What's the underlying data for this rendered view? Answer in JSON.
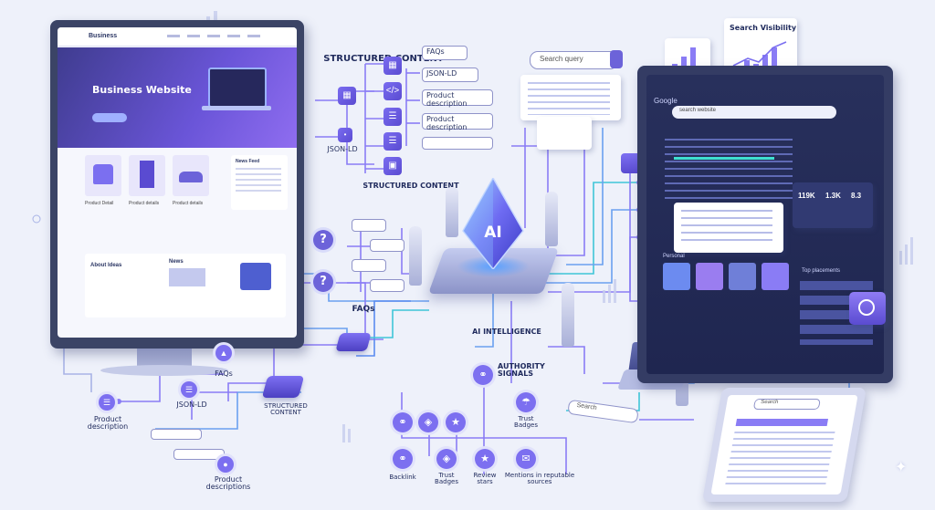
{
  "monitor_left": {
    "brand": "Business",
    "hero_title": "Business Website",
    "news_feed": "News Feed",
    "products": [
      "Product Detail",
      "Product details",
      "Product details"
    ],
    "news": "News",
    "about": "About Ideas"
  },
  "structured_top": {
    "title": "STRUCTURED CONTENT",
    "items": [
      "FAQs",
      "JSON-LD",
      "Product description",
      "Product description"
    ],
    "jsonld_small": "JSON-LD",
    "caption": "STRUCTURED CONTENT"
  },
  "faqs": {
    "label": "FAQs",
    "symbol": "?"
  },
  "ai": {
    "glyph": "AI",
    "caption": "AI INTELLIGENCE"
  },
  "left_tree": {
    "faqs": "FAQs",
    "jsonld": "JSON-LD",
    "structured": "STRUCTURED CONTENT",
    "product_description": "Product description",
    "product_descriptions": "Product descriptions"
  },
  "authority": {
    "title": "AUTHORITY SIGNALS",
    "trust_badges_top": "Trust Badges",
    "items": [
      "Backlink",
      "Trust Badges",
      "Review stars",
      "Mentions in reputable sources"
    ]
  },
  "search": {
    "query_placeholder": "Search query",
    "visibility": "Search Visibility",
    "search_small": "Search",
    "search_tablet": "Search"
  },
  "google_monitor": {
    "logo": "Google",
    "query": "search website",
    "stats": [
      "119K",
      "1.3K",
      "8.3"
    ],
    "top_placements": "Top placements",
    "personal": "Personal"
  }
}
